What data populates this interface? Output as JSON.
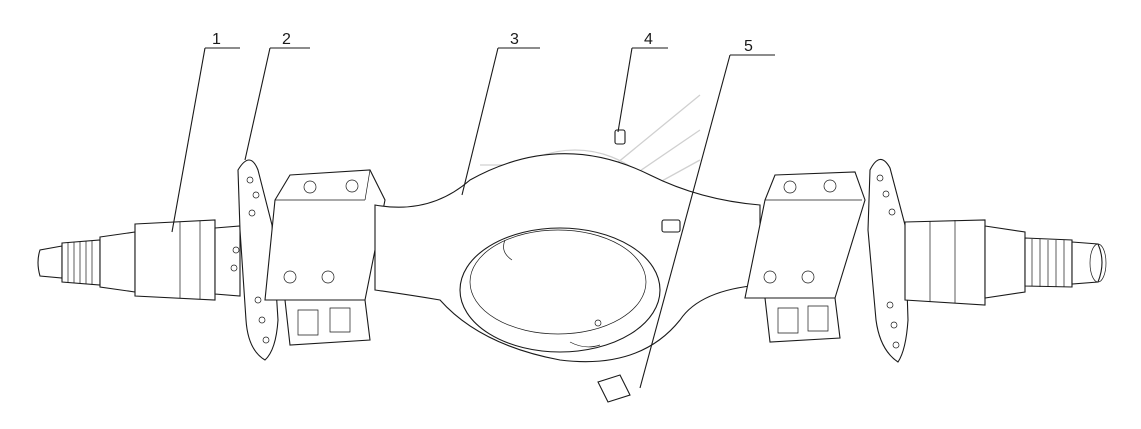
{
  "diagram": {
    "callouts": [
      {
        "label": "1"
      },
      {
        "label": "2"
      },
      {
        "label": "3"
      },
      {
        "label": "4"
      },
      {
        "label": "5"
      }
    ],
    "colors": {
      "line": "#1a1a1a",
      "watermark": "#d0d0d0",
      "background": "#ffffff"
    }
  }
}
